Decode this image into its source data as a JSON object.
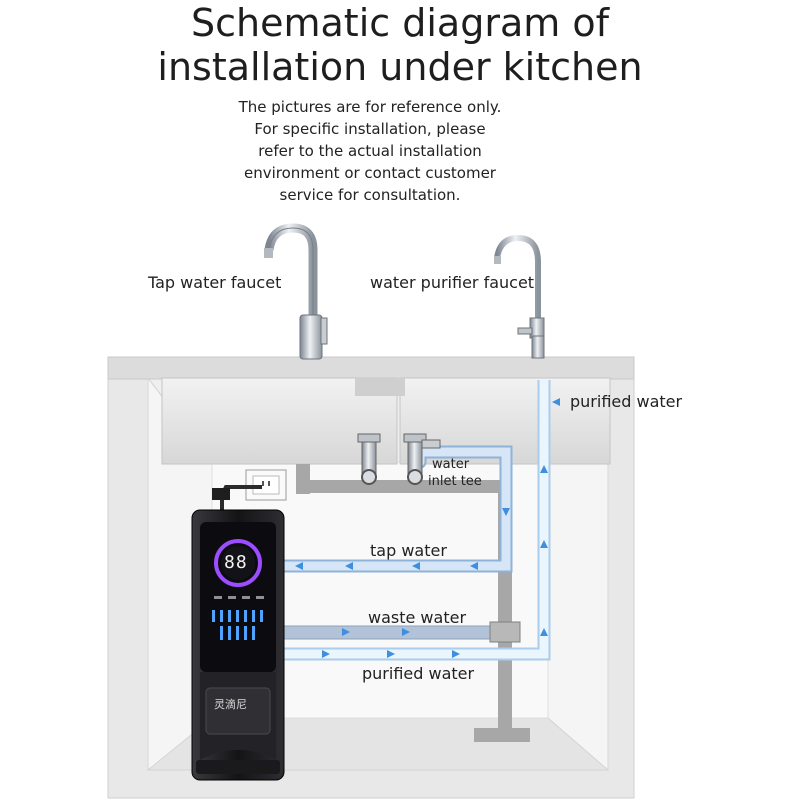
{
  "header": {
    "title_line1": "Schematic diagram of",
    "title_line2": "installation under kitchen",
    "note_lines": [
      "The pictures are for reference only.",
      "For specific installation, please",
      "refer to the actual installation",
      "environment or contact customer",
      "service for consultation."
    ]
  },
  "labels": {
    "tap_faucet": "Tap water faucet",
    "purifier_faucet": "water purifier faucet",
    "purified_water_top": "purified water",
    "inlet_tee_line1": "water",
    "inlet_tee_line2": "inlet tee",
    "tap_water": "tap water",
    "waste_water": "waste water",
    "purified_water_bottom": "purified water"
  },
  "device": {
    "display_digits": "88",
    "brand": "灵滴尼"
  },
  "colors": {
    "cabinet": "#e6e6e6",
    "pipe_gray": "#9a9a9a",
    "tap_pipe": "#bcd3ee",
    "purified_pipe": "#d9ecfa",
    "device_body": "#1f1f22",
    "ring_accent": "#9b4dff",
    "arrow": "#3f8fe0"
  }
}
